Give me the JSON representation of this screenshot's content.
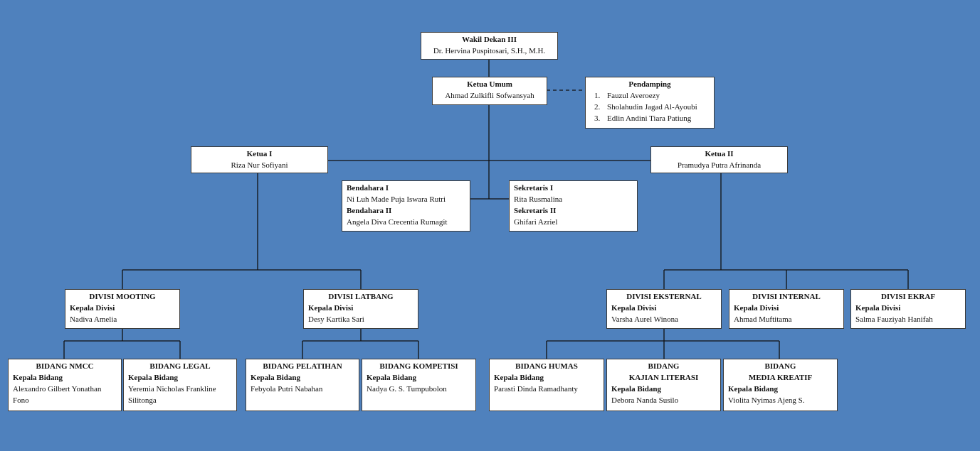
{
  "wakil_dekan": {
    "title": "Wakil Dekan III",
    "name": "Dr. Hervina Puspitosari, S.H., M.H."
  },
  "ketua_umum": {
    "title": "Ketua Umum",
    "name": "Ahmad Zulkifli Sofwansyah"
  },
  "pendamping": {
    "title": "Pendamping",
    "items": [
      {
        "num": "1.",
        "name": "Fauzul Averoezy"
      },
      {
        "num": "2.",
        "name": "Sholahudin Jagad Al-Ayoubi"
      },
      {
        "num": "3.",
        "name": "Edlin Andini Tiara Patiung"
      }
    ]
  },
  "ketua_1": {
    "title": "Ketua I",
    "name": "Riza Nur Sofiyani"
  },
  "ketua_2": {
    "title": "Ketua II",
    "name": "Pramudya Putra Afrinanda"
  },
  "bendahara": {
    "title1": "Bendahara I",
    "name1": "Ni Luh Made Puja Iswara Rutri",
    "title2": "Bendahara II",
    "name2": "Angela Diva Crecentia Rumagit"
  },
  "sekretaris": {
    "title1": "Sekretaris I",
    "name1": "Rita Rusmalina",
    "title2": "Sekretaris II",
    "name2": "Ghifari Azriel"
  },
  "kepala_divisi_label": "Kepala Divisi",
  "kepala_bidang_label": "Kepala Bidang",
  "divisi": {
    "mooting": {
      "title": "DIVISI MOOTING",
      "name": "Nadiva Amelia"
    },
    "latbang": {
      "title": "DIVISI LATBANG",
      "name": "Desy Kartika Sari"
    },
    "eksternal": {
      "title": "DIVISI EKSTERNAL",
      "name": "Varsha Aurel Winona"
    },
    "internal": {
      "title": "DIVISI INTERNAL",
      "name": "Ahmad Muftitama"
    },
    "ekraf": {
      "title": "DIVISI EKRAF",
      "name": "Salma Fauziyah Hanifah"
    }
  },
  "bidang": {
    "nmcc": {
      "title": "BIDANG NMCC",
      "name1": "Alexandro Gilbert Yonathan",
      "name2": "Fono"
    },
    "legal": {
      "title": "BIDANG LEGAL",
      "name1": "Yeremia Nicholas Frankline",
      "name2": "Silitonga"
    },
    "pelatihan": {
      "title": "BIDANG PELATIHAN",
      "name": "Febyola Putri Nabahan"
    },
    "kompetisi": {
      "title": "BIDANG KOMPETISI",
      "name": "Nadya G. S. Tumpubolon"
    },
    "humas": {
      "title": "BIDANG HUMAS",
      "name": "Parasti Dinda Ramadhanty"
    },
    "kajian": {
      "title1": "BIDANG",
      "title2": "KAJIAN LITERASI",
      "name": "Debora Nanda Susilo"
    },
    "media": {
      "title1": "BIDANG",
      "title2": "MEDIA KREATIF",
      "name": "Violita Nyimas Ajeng S."
    }
  }
}
